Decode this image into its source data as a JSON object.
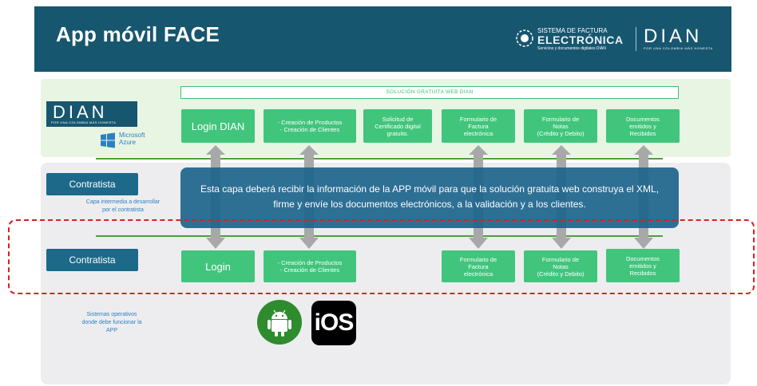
{
  "header": {
    "title": "App móvil FACE",
    "sistema_line1": "SISTEMA DE FACTURA",
    "sistema_line2": "ELECTRÓNICA",
    "sistema_line3": "Servicios y documentos digitales DIAN",
    "dian_word": "DIAN",
    "dian_tagline": "POR UNA COLOMBIA MÁS HONESTA"
  },
  "top": {
    "solution_label": "SOLUCIÓN GRATUITA WEB DIAN",
    "dian_logo_word": "DIAN",
    "dian_logo_tagline": "POR UNA COLOMBIA MÁS HONESTA",
    "azure_line1": "Microsoft",
    "azure_line2": "Azure",
    "boxes": {
      "login": "Login DIAN",
      "productos_1": "- Creación de Productos",
      "productos_2": "- Creación de Clientes",
      "certificado_1": "Solicitud de",
      "certificado_2": "Certificado digital",
      "certificado_3": "gratuito.",
      "factura_1": "Formulario de",
      "factura_2": "Factura",
      "factura_3": "electrónica",
      "notas_1": "Formulario de",
      "notas_2": "Notas",
      "notas_3": "(Crédito y Debito)",
      "docs_1": "Documentos",
      "docs_2": "emitidos y",
      "docs_3": "Recibidos"
    }
  },
  "middle": {
    "contratista": "Contratista",
    "capa_text": "Capa intermedia a desarrollar por el contratista",
    "overlay_text": "Esta capa deberá recibir la información de la APP móvil para que la solución gratuita web construya el XML, firme y envíe los documentos electrónicos, a la validación y a los clientes."
  },
  "bottom": {
    "contratista": "Contratista",
    "sistemas_text": "Sistemas operativos donde debe funcionar la APP",
    "ios_label": "iOS",
    "boxes": {
      "login": "Login",
      "productos_1": "- Creación de Productos",
      "productos_2": "- Creación de Clientes",
      "factura_1": "Formulario de",
      "factura_2": "Factura",
      "factura_3": "electrónica",
      "notas_1": "Formulario de",
      "notas_2": "Notas",
      "notas_3": "(Crédito y Debito)",
      "docs_1": "Documentos",
      "docs_2": "emitidos y",
      "docs_3": "Recibidos"
    }
  },
  "colors": {
    "header_bg": "#17566f",
    "box_green": "#41c57c",
    "contratista_blue": "#1d6989",
    "dashed_red": "#e21b1b"
  }
}
